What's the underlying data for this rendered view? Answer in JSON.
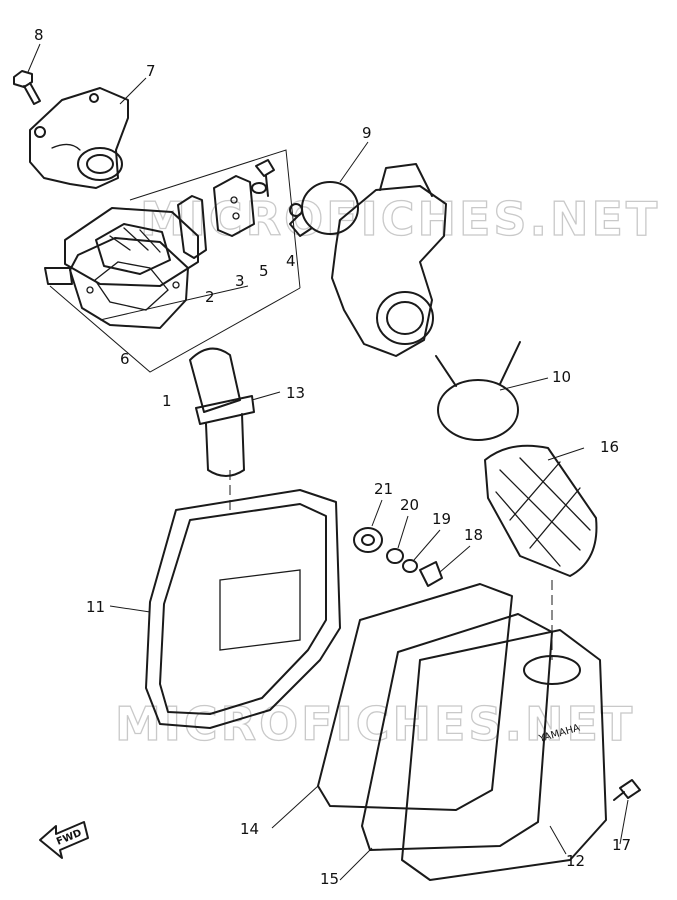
{
  "watermark": "MICROFICHES.NET",
  "fwd_label": "FWD",
  "housing_brand": "YAMAHA",
  "callouts": [
    {
      "id": "1",
      "label": "1"
    },
    {
      "id": "2",
      "label": "2"
    },
    {
      "id": "3",
      "label": "3"
    },
    {
      "id": "4",
      "label": "4"
    },
    {
      "id": "5",
      "label": "5"
    },
    {
      "id": "6",
      "label": "6"
    },
    {
      "id": "7",
      "label": "7"
    },
    {
      "id": "8",
      "label": "8"
    },
    {
      "id": "9",
      "label": "9"
    },
    {
      "id": "10",
      "label": "10"
    },
    {
      "id": "11",
      "label": "11"
    },
    {
      "id": "12",
      "label": "12"
    },
    {
      "id": "13",
      "label": "13"
    },
    {
      "id": "14",
      "label": "14"
    },
    {
      "id": "15",
      "label": "15"
    },
    {
      "id": "16",
      "label": "16"
    },
    {
      "id": "17",
      "label": "17"
    },
    {
      "id": "18",
      "label": "18"
    },
    {
      "id": "19",
      "label": "19"
    },
    {
      "id": "20",
      "label": "20"
    },
    {
      "id": "21",
      "label": "21"
    }
  ]
}
